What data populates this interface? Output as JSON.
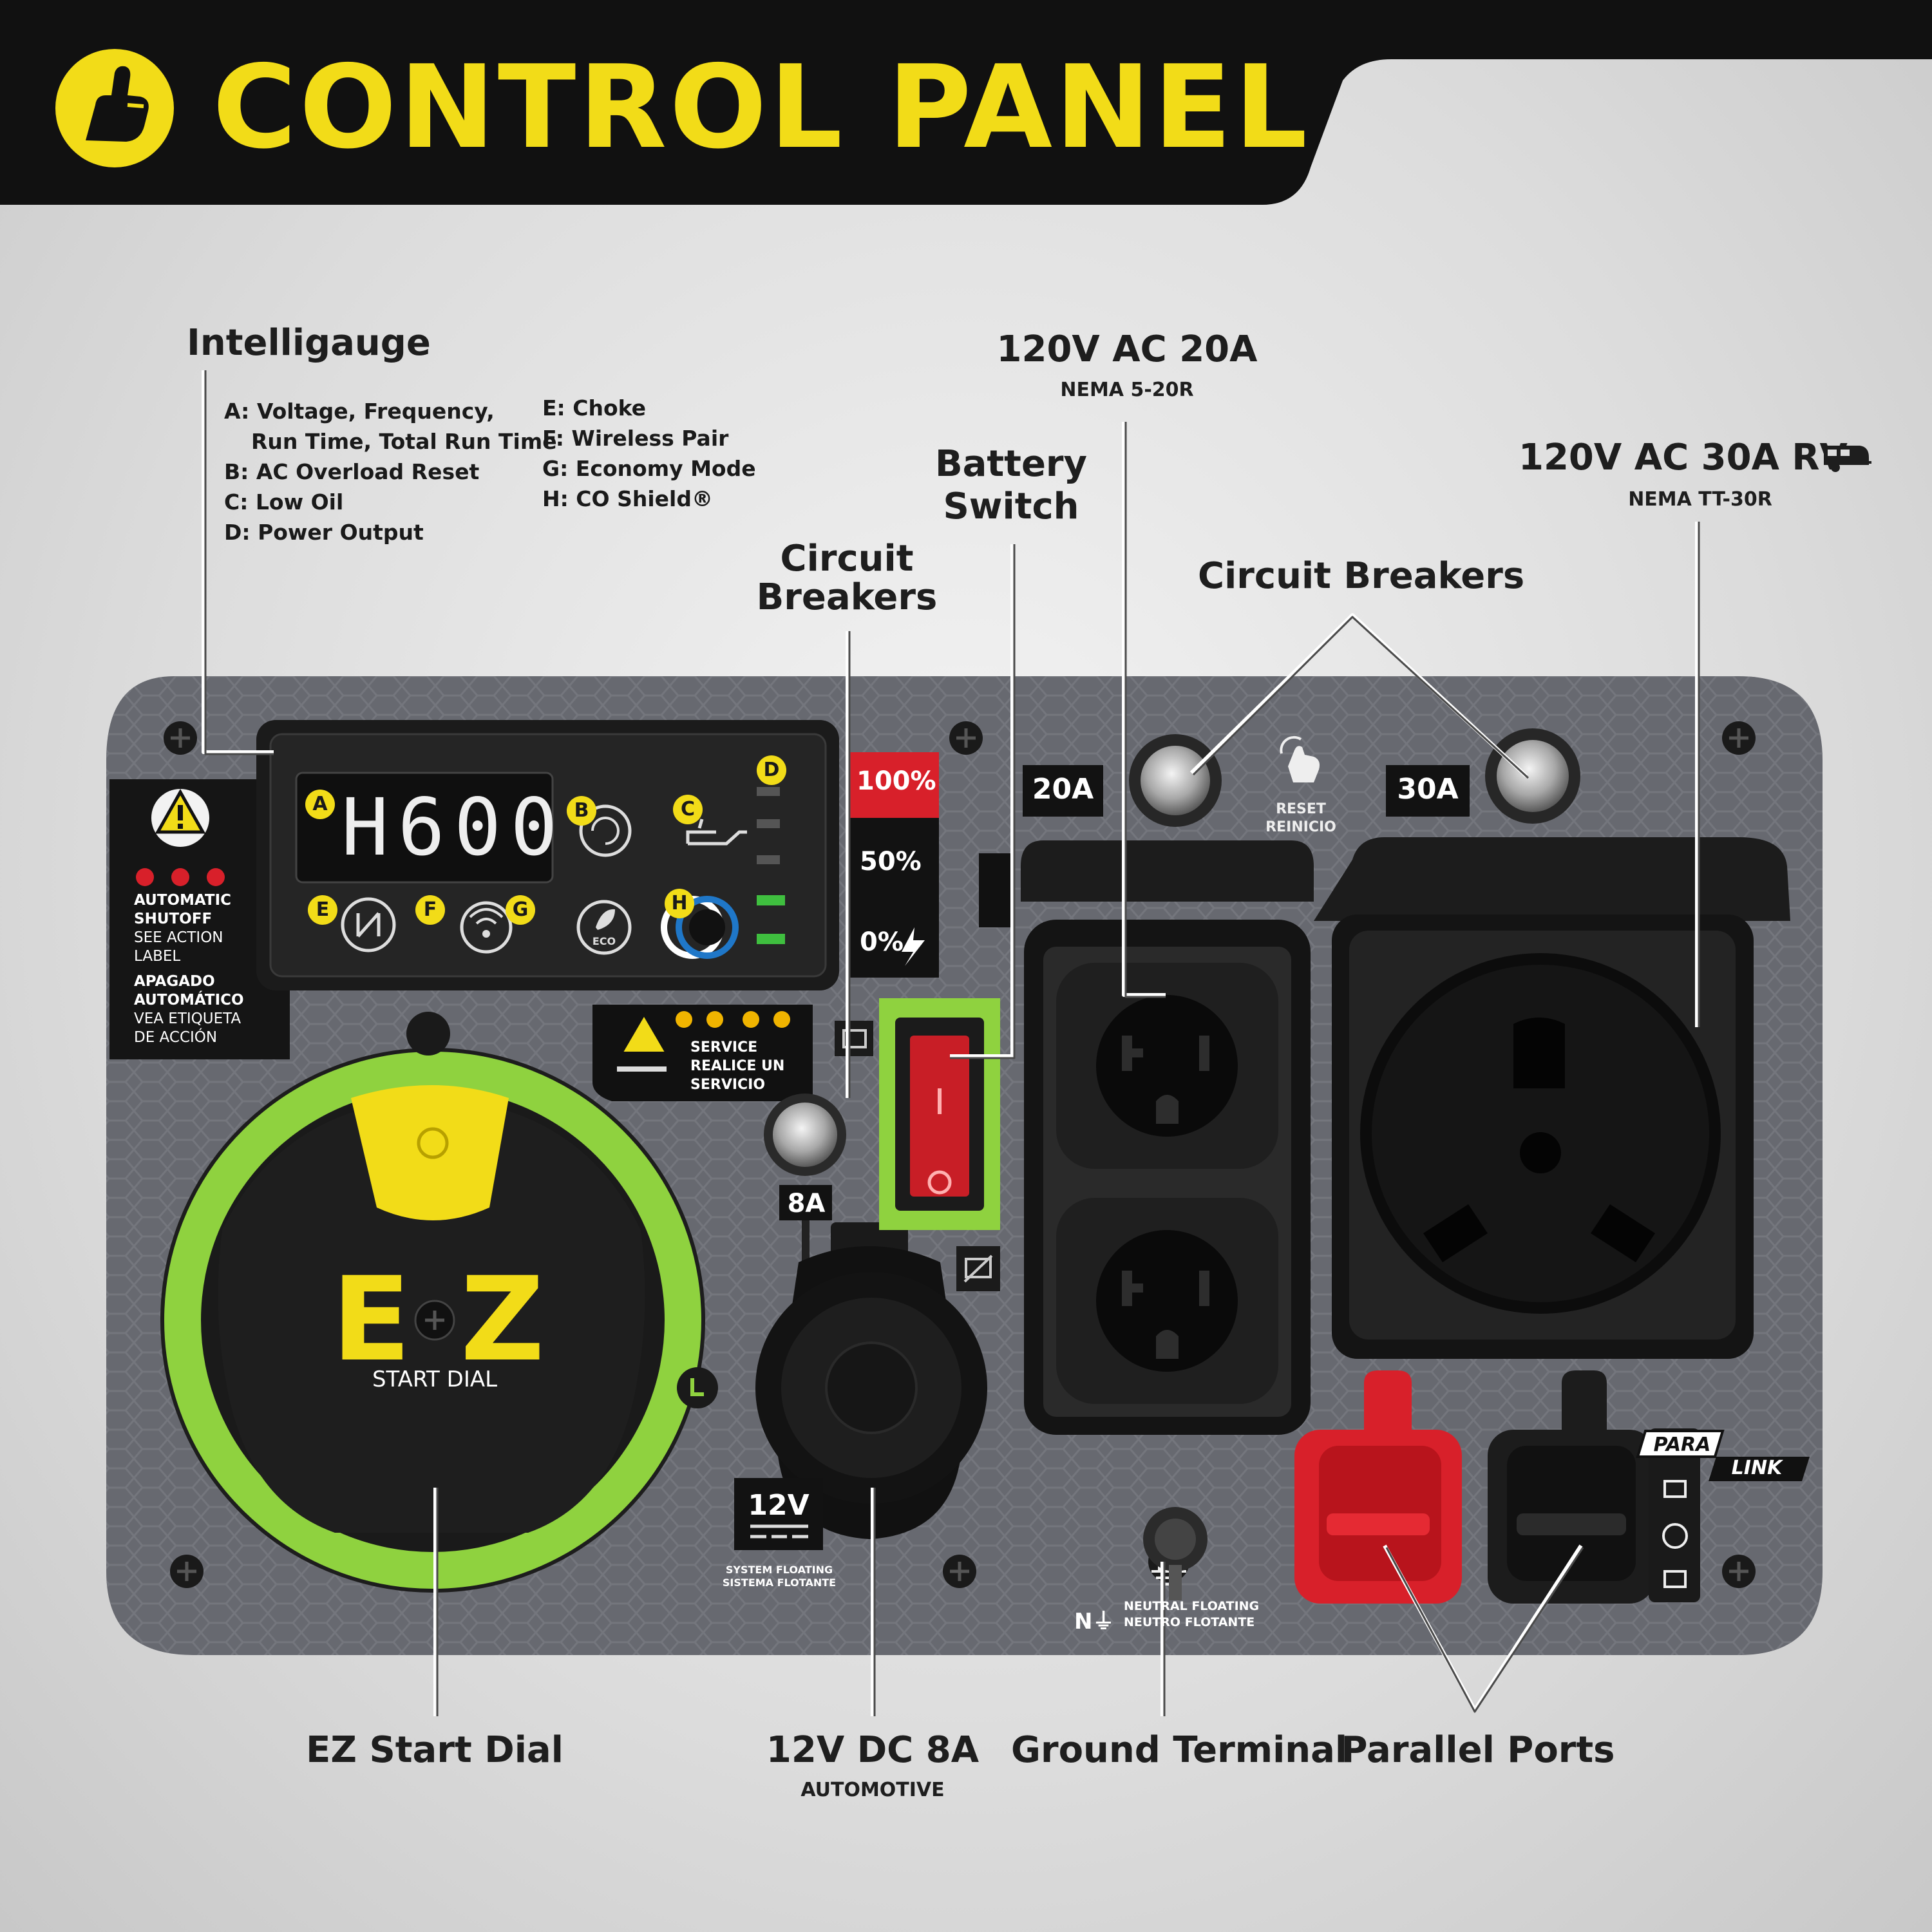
{
  "header": {
    "title": "CONTROL PANEL"
  },
  "callouts": {
    "intelligauge": {
      "title": "Intelligauge",
      "items_left": [
        "A: Voltage, Frequency,",
        "Run Time, Total Run Time",
        "B: AC Overload Reset",
        "C: Low Oil",
        "D: Power Output"
      ],
      "items_right": [
        "E: Choke",
        "F: Wireless Pair",
        "G: Economy Mode",
        "H: CO Shield®"
      ]
    },
    "circuit_breakers_left": [
      "Circuit",
      "Breakers"
    ],
    "battery_switch": [
      "Battery",
      "Switch"
    ],
    "ac20": {
      "title": "120V AC 20A",
      "sub": "NEMA 5-20R"
    },
    "circuit_breakers_right": "Circuit Breakers",
    "ac30": {
      "title": "120V AC 30A RV",
      "sub": "NEMA TT-30R"
    },
    "ez_start": "EZ Start Dial",
    "dc12": {
      "title": "12V DC 8A",
      "sub": "AUTOMOTIVE"
    },
    "ground": "Ground Terminal",
    "parallel": "Parallel Ports"
  },
  "panel": {
    "display_value": "H600",
    "badges": [
      "A",
      "B",
      "C",
      "D",
      "E",
      "F",
      "G",
      "H"
    ],
    "eco_label": "ECO",
    "power_levels": [
      "100%",
      "50%",
      "0%"
    ],
    "shutoff": [
      "AUTOMATIC",
      "SHUTOFF",
      "SEE ACTION",
      "LABEL",
      "APAGADO",
      "AUTOMÁTICO",
      "VEA ETIQUETA",
      "DE ACCIÓN"
    ],
    "service": [
      "SERVICE",
      "REALICE UN",
      "SERVICIO"
    ],
    "breaker_8a": "8A",
    "breaker_20a": "20A",
    "breaker_30a": "30A",
    "reset": [
      "RESET",
      "REINICIO"
    ],
    "ez_logo_left": "E",
    "ez_logo_right": "Z",
    "ez_sub": "START DIAL",
    "v12": "12V",
    "system_floating": [
      "SYSTEM FLOATING",
      "SISTEMA FLOTANTE"
    ],
    "neutral_floating": [
      "NEUTRAL FLOATING",
      "NEUTRO FLOTANTE"
    ],
    "para": "PARA",
    "link": "LINK"
  },
  "colors": {
    "accent_yellow": "#f2dc18",
    "green_ring": "#8fd23f",
    "red": "#d8202a",
    "panel_gray": "#666870",
    "header_black": "#111111"
  }
}
